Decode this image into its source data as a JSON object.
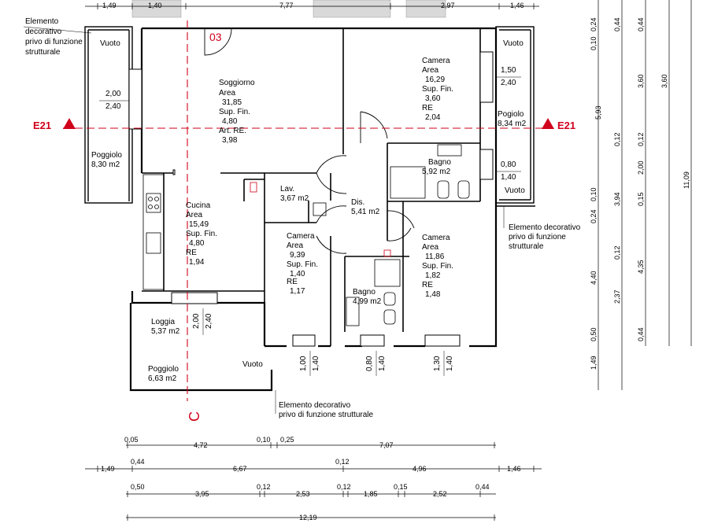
{
  "top_dims": [
    "1,49",
    "1,40",
    "7,77",
    "2,97",
    "1,46"
  ],
  "notes": {
    "n1": [
      "Elemento",
      "decorativo",
      "privo di funzione",
      "strutturale"
    ],
    "n2": [
      "Elemento decorativo",
      "privo di funzione",
      "strutturale"
    ],
    "n3": [
      "Elemento decorativo",
      "privo di funzione strutturale"
    ]
  },
  "room_number": "03",
  "section_marks": {
    "left": "E21",
    "right": "E21",
    "bottom": "C"
  },
  "vuoto": "Vuoto",
  "rooms": {
    "soggiorno": [
      "Soggiorno",
      "Area",
      "31,85",
      "Sup. Fin.",
      "4,80",
      "Art. RE.",
      "3,98"
    ],
    "camera1": [
      "Camera",
      "Area",
      "16,29",
      "Sup. Fin.",
      "3,60",
      "RE",
      "2,04"
    ],
    "cucina": [
      "Cucina",
      "Area",
      "15,49",
      "Sup. Fin.",
      "4,80",
      "RE",
      "1,94"
    ],
    "camera2": [
      "Camera",
      "Area",
      "9,39",
      "Sup. Fin.",
      "1,40",
      "RE",
      "1,17"
    ],
    "camera3": [
      "Camera",
      "Area",
      "11,86",
      "Sup. Fin.",
      "1,82",
      "RE",
      "1,48"
    ],
    "bagno1": [
      "Bagno",
      "5,92 m2"
    ],
    "bagno2": [
      "Bagno",
      "4,99 m2"
    ],
    "lav": [
      "Lav.",
      "3,67 m2"
    ],
    "dis": [
      "Dis.",
      "5,41 m2"
    ],
    "poggiolo_left": [
      "Poggiolo",
      "8,30 m2"
    ],
    "poggiolo_right": [
      "Pogiolo",
      "8,34 m2"
    ],
    "loggia": [
      "Loggia",
      "5,37 m2"
    ],
    "poggiolo_bottom": [
      "Poggiolo",
      "6,63 m2"
    ]
  },
  "window_dims": {
    "left_poggiolo": [
      "2,00",
      "2,40"
    ],
    "right_top": [
      "1,50",
      "2,40"
    ],
    "right_mid": [
      "0,80",
      "1,40"
    ],
    "loggia": [
      "2,00",
      "2,40"
    ],
    "camera2": [
      "1,00",
      "1,40"
    ],
    "bagno2": [
      "0,80",
      "1,40"
    ],
    "camera3": [
      "1,30",
      "1,40"
    ]
  },
  "bottom_chains": {
    "row1": [
      "0,05",
      "4,72",
      "0,10",
      "0,25",
      "7,07"
    ],
    "row2": [
      "0,44",
      "1,49",
      "6,67",
      "0,12",
      "4,96",
      "1,46"
    ],
    "row3": [
      "0,50",
      "3,95",
      "0,12",
      "2,53",
      "0,12",
      "1,85",
      "0,15",
      "2,52",
      "0,44"
    ],
    "row4": [
      "12,19"
    ]
  },
  "right_chains": {
    "col1": [
      "0,10",
      "0,24",
      "0,10",
      "0,24",
      "4,40",
      "0,50",
      "1,49"
    ],
    "col2": [
      "0,44",
      "0,12",
      "3,94",
      "0,12",
      "2,37"
    ],
    "col3": [
      "0,44",
      "3,60",
      "5,93",
      "0,12",
      "2,00",
      "0,15",
      "4,35",
      "0,44"
    ],
    "col4": [
      "3,60",
      "11,09"
    ]
  },
  "colors": {
    "section": "#d0021b",
    "line": "#000000"
  }
}
